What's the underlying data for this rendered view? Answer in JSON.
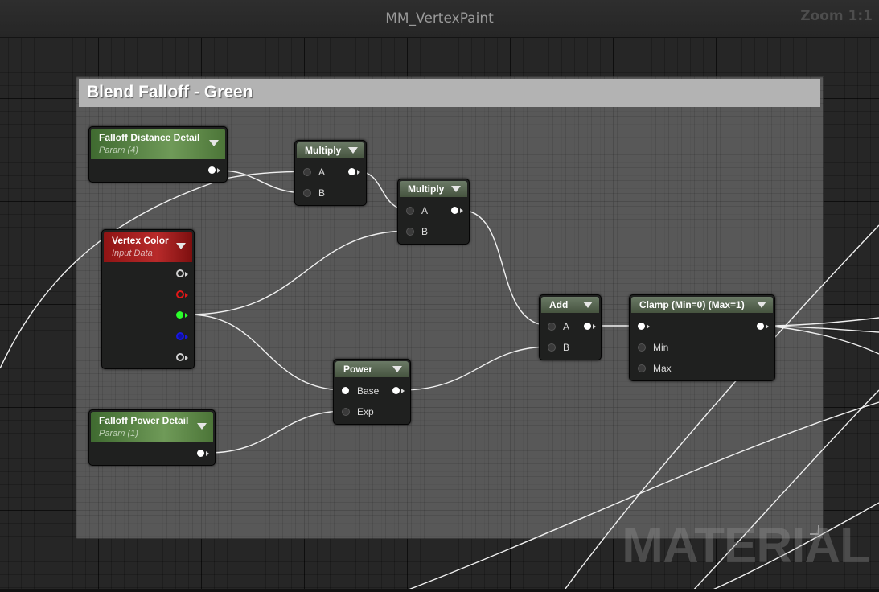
{
  "graph": {
    "title": "MM_VertexPaint",
    "zoom": "Zoom 1:1"
  },
  "comment": {
    "title": "Blend Falloff - Green"
  },
  "nodes": {
    "falloff_distance": {
      "title": "Falloff Distance Detail",
      "subtitle": "Param (4)"
    },
    "vertex_color": {
      "title": "Vertex Color",
      "subtitle": "Input Data"
    },
    "falloff_power": {
      "title": "Falloff Power Detail",
      "subtitle": "Param (1)"
    },
    "multiply1": {
      "title": "Multiply",
      "pin_a": "A",
      "pin_b": "B"
    },
    "multiply2": {
      "title": "Multiply",
      "pin_a": "A",
      "pin_b": "B"
    },
    "power": {
      "title": "Power",
      "pin_base": "Base",
      "pin_exp": "Exp"
    },
    "add": {
      "title": "Add",
      "pin_a": "A",
      "pin_b": "B"
    },
    "clamp": {
      "title": "Clamp (Min=0) (Max=1)",
      "pin_min": "Min",
      "pin_max": "Max"
    }
  },
  "watermark": "MATERIAL",
  "colors": {
    "param_header": "#5c8a45",
    "input_header": "#a51f1f",
    "math_header": "#56644f",
    "green_channel": "#2bff2b"
  }
}
